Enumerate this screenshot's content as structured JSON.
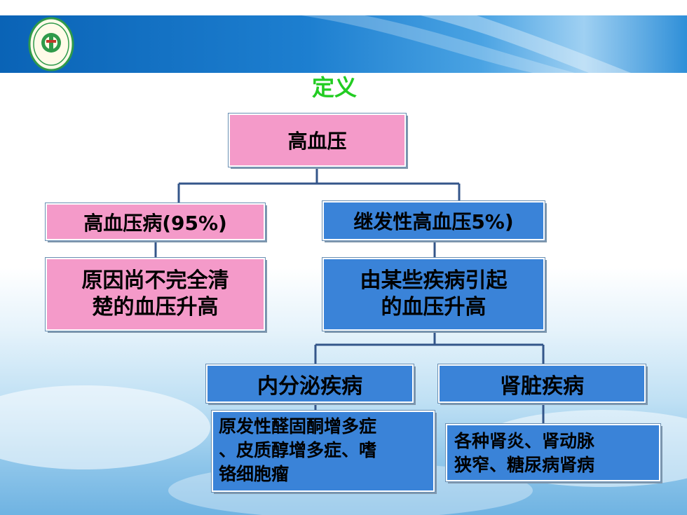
{
  "title": "定义",
  "root": {
    "label": "高血压"
  },
  "branches": [
    {
      "label": "高血压病(95%)",
      "detail": "原因尚不完全清楚的血压升高",
      "detail_lines": [
        "原因尚不完全清",
        "楚的血压升高"
      ]
    },
    {
      "label": "继发性高血压5%)",
      "detail": "由某些疾病引起的血压升高",
      "detail_lines": [
        "由某些疾病引起",
        "的血压升高"
      ]
    }
  ],
  "sub_branches": [
    {
      "label": "内分泌疾病",
      "detail_lines": [
        "原发性醛固酮增多症",
        "、皮质醇增多症、嗜",
        "铬细胞瘤"
      ]
    },
    {
      "label": "肾脏疾病",
      "detail_lines": [
        "各种肾炎、肾动脉",
        "狭窄、糖尿病肾病"
      ]
    }
  ],
  "colors": {
    "pink": "#f49ac9",
    "blue": "#3a83d8",
    "title": "#22cc22",
    "connector": "#34568a"
  },
  "logo": {
    "icon": "medical-college-seal-icon"
  }
}
